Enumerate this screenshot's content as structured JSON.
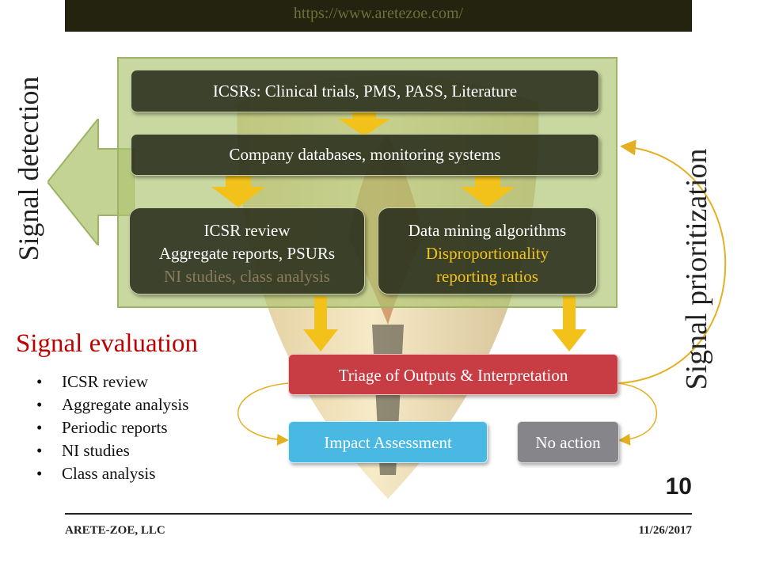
{
  "header": {
    "url": "https://www.aretezoe.com/"
  },
  "labels": {
    "signal_detection": "Signal detection",
    "signal_prioritization": "Signal prioritization"
  },
  "detection": {
    "box_icsrs": "ICSRs: Clinical trials, PMS, PASS, Literature",
    "box_databases": "Company databases, monitoring systems",
    "review_box": {
      "line1": "ICSR review",
      "line2": "Aggregate reports, PSURs",
      "line3": "NI studies, class analysis"
    },
    "mining_box": {
      "line1": "Data mining algorithms",
      "line2": "Disproportionality",
      "line3": "reporting ratios"
    }
  },
  "flow": {
    "triage": "Triage of Outputs & Interpretation",
    "impact": "Impact Assessment",
    "no_action": "No action"
  },
  "evaluation": {
    "title": "Signal evaluation",
    "items": [
      "ICSR review",
      "Aggregate analysis",
      "Periodic reports",
      "NI studies",
      "Class analysis"
    ]
  },
  "footer": {
    "company": "ARETE-ZOE,  LLC",
    "date": "11/26/2017",
    "page": "10"
  },
  "colors": {
    "panel": "#adc470",
    "dark_box": "#282c1a",
    "arrow_gold": "#f2c21b",
    "triage": "#c83c44",
    "impact": "#49b8e2",
    "no_action": "#86868a",
    "eval_title": "#c00000"
  }
}
